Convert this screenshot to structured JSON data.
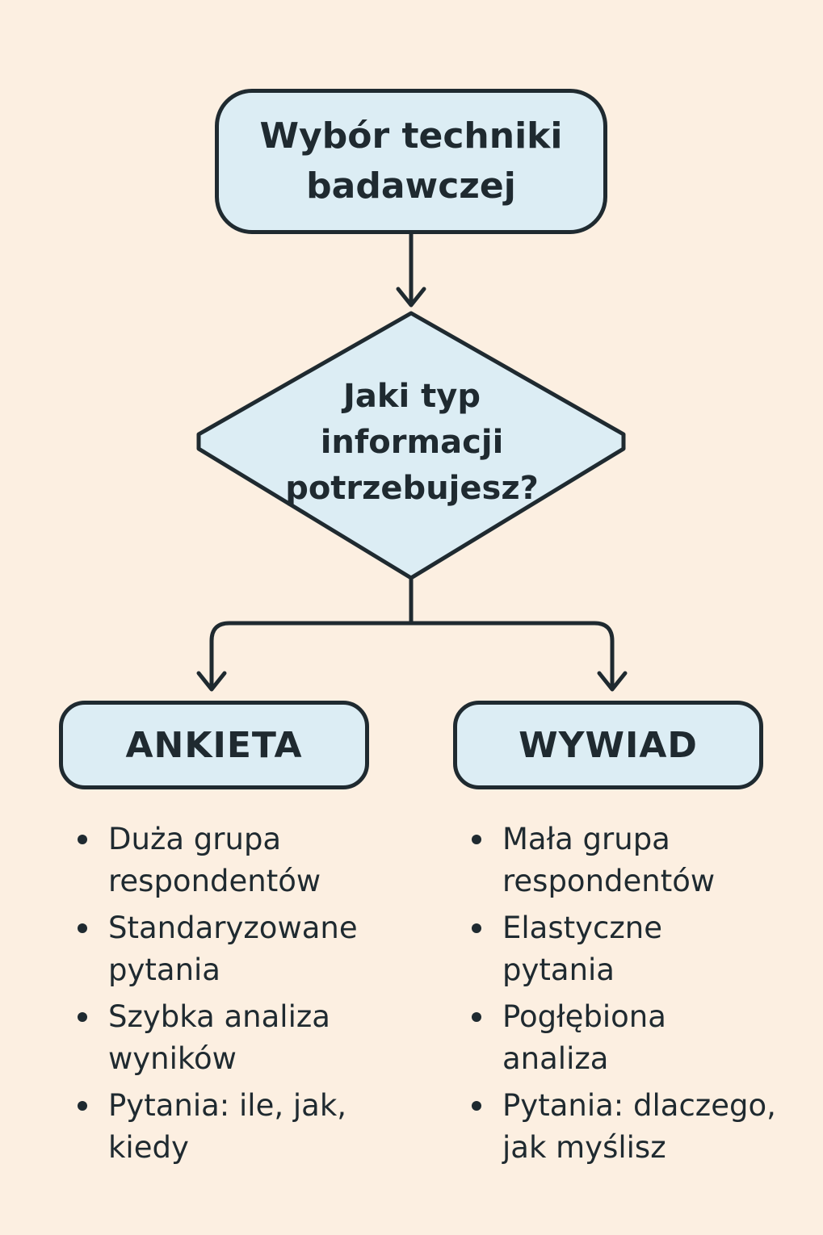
{
  "start": {
    "line1": "Wybór techniki",
    "line2": "badawczej"
  },
  "decision": {
    "line1": "Jaki typ",
    "line2": "informacji",
    "line3": "potrzebujesz?"
  },
  "left": {
    "title": "ANKIETA",
    "items": [
      {
        "line1": "Duża grupa",
        "line2": "respondentów"
      },
      {
        "line1": "Standaryzowane",
        "line2": "pytania"
      },
      {
        "line1": "Szybka analiza",
        "line2": "wyników"
      },
      {
        "line1": "Pytania: ile, jak,",
        "line2": "kiedy"
      }
    ]
  },
  "right": {
    "title": "WYWIAD",
    "items": [
      {
        "line1": "Mała grupa",
        "line2": "respondentów"
      },
      {
        "line1": "Elastyczne",
        "line2": "pytania"
      },
      {
        "line1": "Pogłębiona",
        "line2": "analiza"
      },
      {
        "line1": "Pytania: dlaczego,",
        "line2": "jak myślisz"
      }
    ]
  },
  "colors": {
    "background": "#fcefe1",
    "box_fill": "#dcedf4",
    "stroke": "#1f2a30"
  }
}
